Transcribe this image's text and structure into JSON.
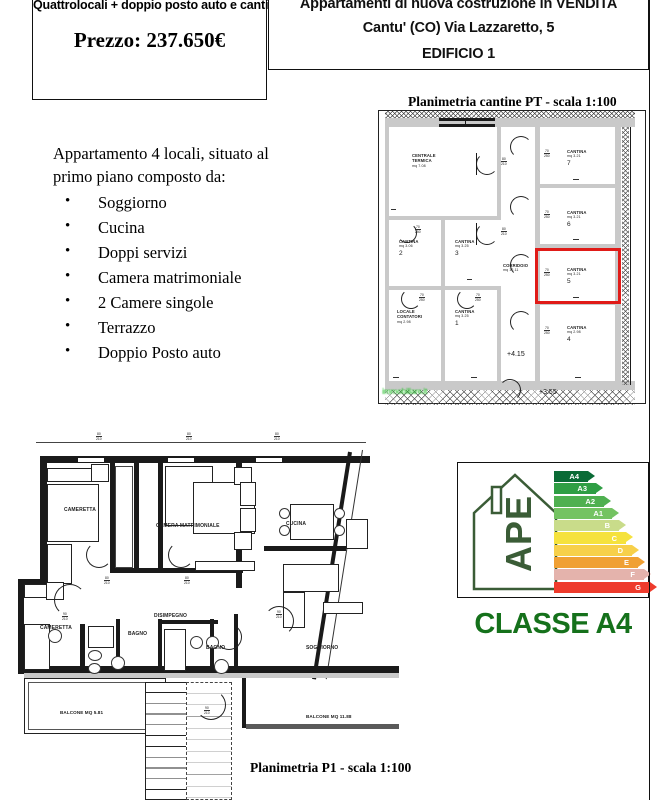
{
  "header": {
    "left_title": "Quattrolocali + doppio posto auto e cantina",
    "price_label": "Prezzo: 237.650€",
    "right_line1": "Appartamenti di nuova costruzione in VENDITA",
    "right_line2": "Cantu' (CO) Via Lazzaretto, 5",
    "right_line3": "EDIFICIO 1"
  },
  "description": {
    "lead_line1": "Appartamento 4 locali, situato al",
    "lead_line2": "primo piano composto da:",
    "items": [
      "Soggiorno",
      "Cucina",
      "Doppi servizi",
      "Camera matrimoniale",
      "2 Camere singole",
      "Terrazzo",
      "Doppio Posto auto"
    ]
  },
  "basement_plan": {
    "title": "Planimetria cantine PT - scala 1:100",
    "watermark": "immobiliare.it",
    "highlight_color": "#e01b18",
    "rooms": [
      {
        "name": "CENTRALE\nTERMICA",
        "area": "mq 7.08",
        "number": ""
      },
      {
        "name": "CANTINA",
        "area": "mq 3.06",
        "number": "2"
      },
      {
        "name": "CANTINA",
        "area": "mq 3.25",
        "number": "3"
      },
      {
        "name": "CANTINA",
        "area": "mq 3.21",
        "number": "7"
      },
      {
        "name": "CANTINA",
        "area": "mq 3.21",
        "number": "6"
      },
      {
        "name": "CANTINA",
        "area": "mq 3.21",
        "number": "5"
      },
      {
        "name": "CANTINA",
        "area": "mq 2.98",
        "number": "4"
      },
      {
        "name": "CORRIDOIO",
        "area": "mq 12.11",
        "number": ""
      },
      {
        "name": "LOCALE\nCONTATORI",
        "area": "mq 2.98",
        "number": ""
      },
      {
        "name": "CANTINA",
        "area": "mq 3.25",
        "number": "1"
      }
    ],
    "room_labels": {
      "centrale_termica": "CENTRALE",
      "centrale_termica2": "TERMICA",
      "centrale_termica_mq": "mq 7.08",
      "cantina": "CANTINA",
      "corridoio": "CORRIDOIO",
      "corridoio_mq": "mq 12.11",
      "locale1": "LOCALE",
      "locale2": "CONTATORI",
      "locale_mq": "mq 2.98",
      "mq306": "mq 3.06",
      "mq325": "mq 3.25",
      "mq321": "mq 3.21",
      "mq298": "mq 2.98",
      "n1": "1",
      "n2": "2",
      "n3": "3",
      "n4": "4",
      "n5": "5",
      "n6": "6",
      "n7": "7"
    },
    "levels": {
      "upper": "+4.15",
      "lower": "+3.55"
    },
    "door_dims": {
      "w70": "70",
      "w80": "80",
      "h210": "210",
      "h250": "250"
    }
  },
  "floor_plan": {
    "title": "Planimetria P1 - scala 1:100",
    "rooms": [
      {
        "label": "CAMERETTA"
      },
      {
        "label": "CAMERA MATRIMONIALE"
      },
      {
        "label": "CUCINA"
      },
      {
        "label": "DISIMPEGNO"
      },
      {
        "label": "BAGNO"
      },
      {
        "label": "BAGNO"
      },
      {
        "label": "CAMERETTA"
      },
      {
        "label": "SOGGIORNO"
      }
    ],
    "labels": {
      "cameretta1": "CAMERETTA",
      "cameretta2": "CAMERETTA",
      "camera_matrimoniale": "CAMERA MATRIMONIALE",
      "cucina": "CUCINA",
      "disimpegno": "DISIMPEGNO",
      "bagno1": "BAGNO",
      "bagno2": "BAGNO",
      "soggiorno": "SOGGIORNO",
      "balcone_left": "BALCONE MQ 5.81",
      "balcone_right": "BALCONE MQ 11.88"
    },
    "door_dims": {
      "w80": "80",
      "w90": "90",
      "h210": "210"
    }
  },
  "ape": {
    "logo_text": "APE",
    "class_label": "CLASSE A4",
    "classes": [
      {
        "label": "A4",
        "color": "#0a6b36",
        "width": 34
      },
      {
        "label": "A3",
        "color": "#2f9e44",
        "width": 42
      },
      {
        "label": "A2",
        "color": "#4fb050",
        "width": 50
      },
      {
        "label": "A1",
        "color": "#74c362",
        "width": 58
      },
      {
        "label": "B",
        "color": "#c9dc8a",
        "width": 65
      },
      {
        "label": "C",
        "color": "#f5e23d",
        "width": 72
      },
      {
        "label": "D",
        "color": "#f7d04a",
        "width": 78
      },
      {
        "label": "E",
        "color": "#f0a034",
        "width": 84
      },
      {
        "label": "F",
        "color": "#e4b3ac",
        "width": 90
      },
      {
        "label": "G",
        "color": "#ee3b2c",
        "width": 96
      }
    ]
  }
}
